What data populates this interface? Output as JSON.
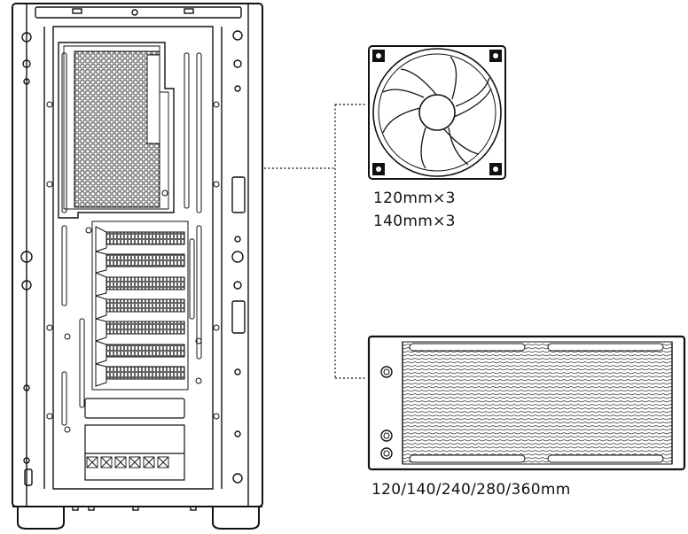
{
  "fan": {
    "sizes": [
      "120mm×3",
      "140mm×3"
    ]
  },
  "radiator": {
    "sizes": "120/140/240/280/360mm"
  }
}
